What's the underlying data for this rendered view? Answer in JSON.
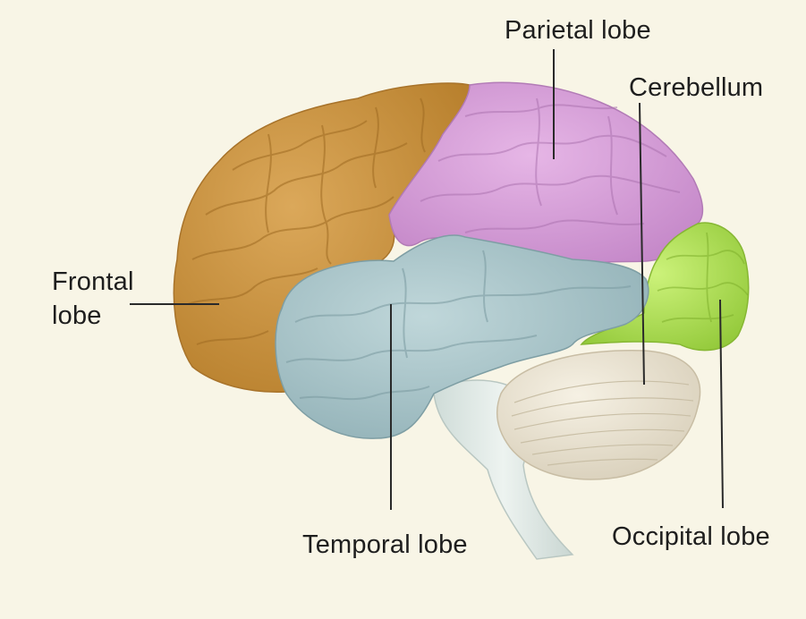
{
  "labels": {
    "parietal": "Parietal lobe",
    "cerebellum": "Cerebellum",
    "frontal_line1": "Frontal",
    "frontal_line2": "lobe",
    "temporal": "Temporal lobe",
    "occipital": "Occipital lobe"
  },
  "colors": {
    "background": "#f8f5e6",
    "frontal": "#cf9a45",
    "parietal": "#d79fd7",
    "temporal": "#a9c4c9",
    "occipital": "#b8e45c",
    "cerebellum": "#ece6d6",
    "brainstem": "#dfe8e4",
    "leader_line": "#2a2a2a"
  }
}
